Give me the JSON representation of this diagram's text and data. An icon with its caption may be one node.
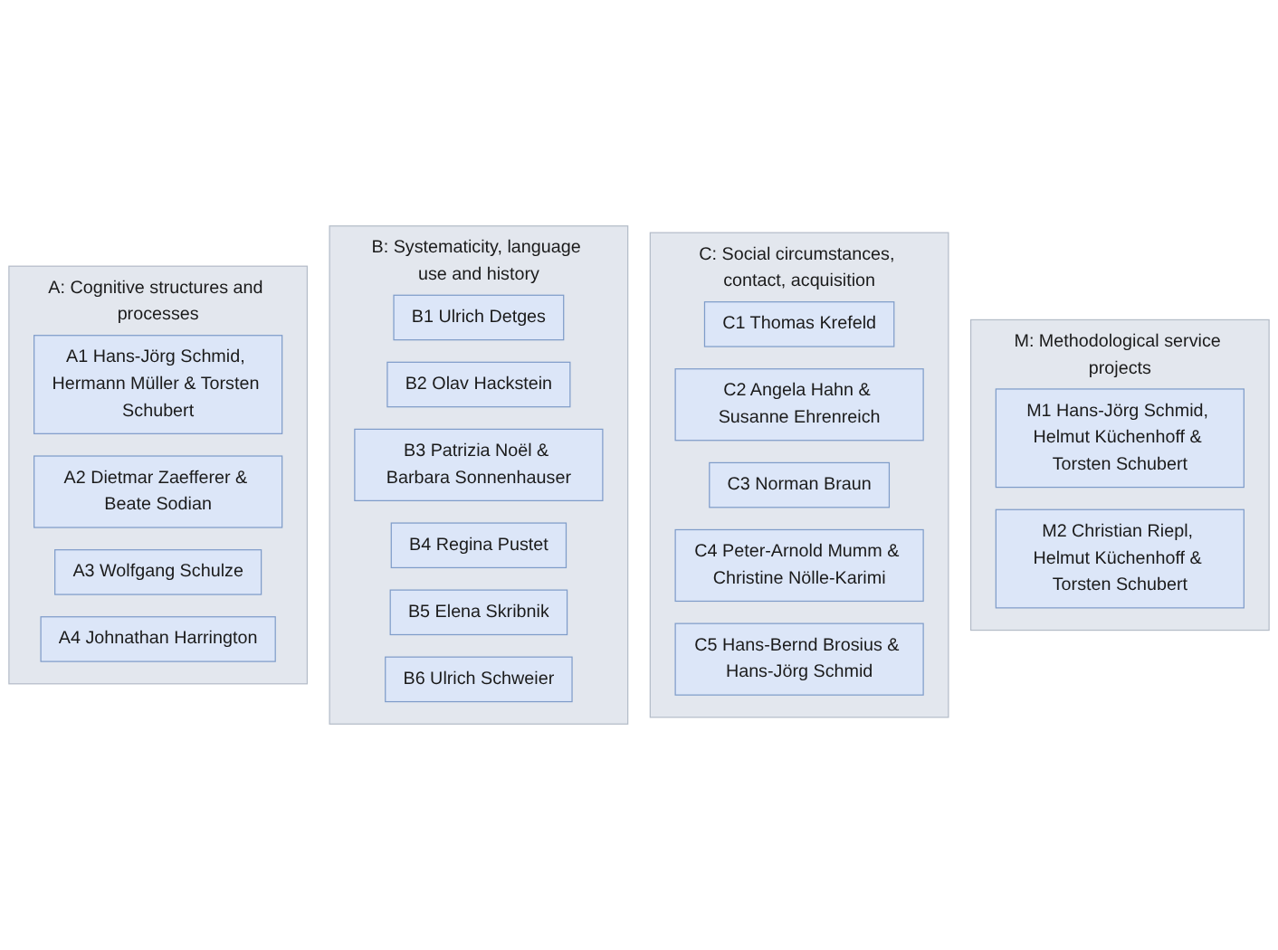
{
  "diagram": {
    "nodes": [
      {
        "text": [
          "A: Cognitive structures and processes"
        ]
      },
      {
        "text": [
          "A1 Hans-Jörg Schmid, Hermann Müller & Torsten Schubert"
        ],
        "in": 0
      },
      {
        "text": [
          "A2 Dietmar Zaefferer & Beate Sodian"
        ],
        "in": 0
      },
      {
        "text": [
          "A3 Wolfgang Schulze"
        ],
        "in": 0
      },
      {
        "text": [
          "A4 Johnathan Harrington"
        ],
        "in": 0
      },
      {
        "text": [
          "B: Systematicity, language use and history"
        ]
      },
      {
        "text": [
          "B1 Ulrich Detges"
        ],
        "in": 5
      },
      {
        "text": [
          "B2 Olav Hackstein"
        ],
        "in": 5
      },
      {
        "text": [
          "B3 Patrizia Noël & Barbara Sonnenhauser"
        ],
        "in": 5
      },
      {
        "text": [
          "B4 Regina Pustet"
        ],
        "in": 5
      },
      {
        "text": [
          "B5 Elena Skribnik"
        ],
        "in": 5
      },
      {
        "text": [
          "B6 Ulrich Schweier"
        ],
        "in": 5
      },
      {
        "text": [
          "C: Social circumstances, contact, acquisition"
        ]
      },
      {
        "text": [
          "C1 Thomas Krefeld"
        ],
        "in": 12
      },
      {
        "text": [
          "C2 Angela Hahn & Susanne Ehrenreich"
        ],
        "in": 12
      },
      {
        "text": [
          "C3 Norman Braun"
        ],
        "in": 12
      },
      {
        "text": [
          "C4 Peter-Arnold Mumm & Christine Nölle-Karimi"
        ],
        "in": 12
      },
      {
        "text": [
          "C5 Hans-Bernd Brosius & Hans-Jörg Schmid"
        ],
        "in": 12
      },
      {
        "text": [
          "M: Methodological service projects"
        ]
      },
      {
        "text": [
          "M1 Hans-Jörg Schmid, Helmut Küchenhoff & Torsten Schubert"
        ],
        "in": 18
      },
      {
        "text": [
          "M2 Christian Riepl, Helmut Küchenhoff & Torsten Schubert"
        ],
        "in": 18
      }
    ]
  }
}
